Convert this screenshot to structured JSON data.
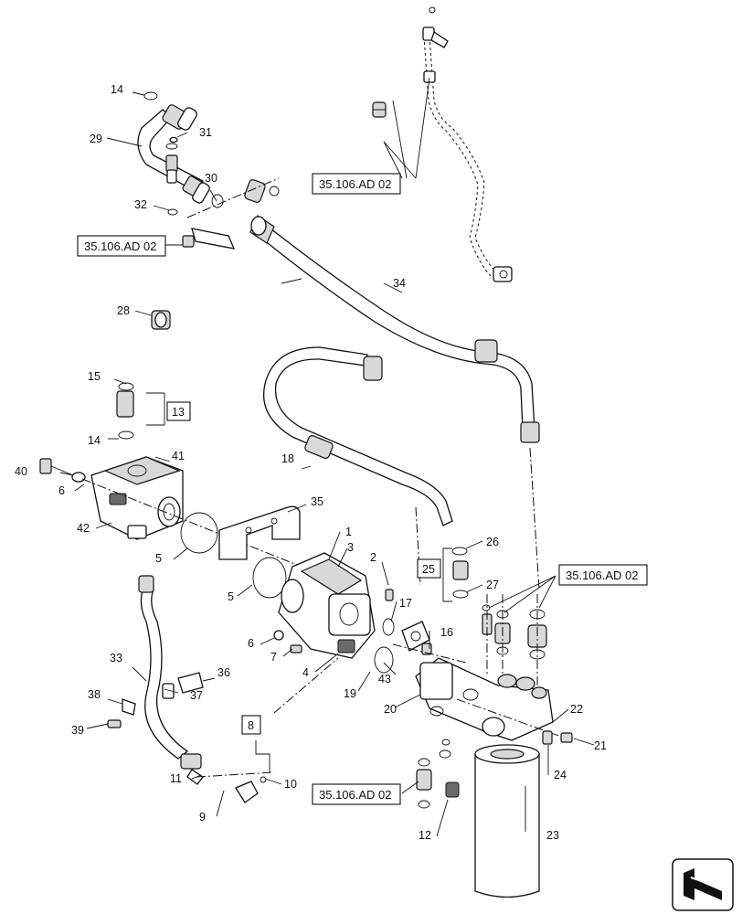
{
  "callouts": {
    "c1": "1",
    "c2": "2",
    "c3": "3",
    "c4": "4",
    "c5a": "5",
    "c5b": "5",
    "c6a": "6",
    "c6b": "6",
    "c7": "7",
    "c8": "8",
    "c9": "9",
    "c10": "10",
    "c11": "11",
    "c12": "12",
    "c13": "13",
    "c14a": "14",
    "c14b": "14",
    "c15": "15",
    "c16": "16",
    "c17": "17",
    "c18": "18",
    "c19": "19",
    "c20": "20",
    "c21": "21",
    "c22": "22",
    "c23": "23",
    "c24": "24",
    "c25": "25",
    "c26": "26",
    "c27": "27",
    "c28": "28",
    "c29": "29",
    "c30": "30",
    "c31": "31",
    "c32": "32",
    "c33": "33",
    "c34": "34",
    "c35": "35",
    "c36": "36",
    "c37": "37",
    "c38": "38",
    "c39": "39",
    "c40": "40",
    "c41": "41",
    "c42": "42",
    "c43": "43"
  },
  "references": {
    "ref_top_right": "35.106.AD 02",
    "ref_top_left": "35.106.AD 02",
    "ref_filter_head": "35.106.AD 02",
    "ref_bottom": "35.106.AD 02"
  },
  "icons": {
    "nav_arrow": "arrow-icon"
  }
}
